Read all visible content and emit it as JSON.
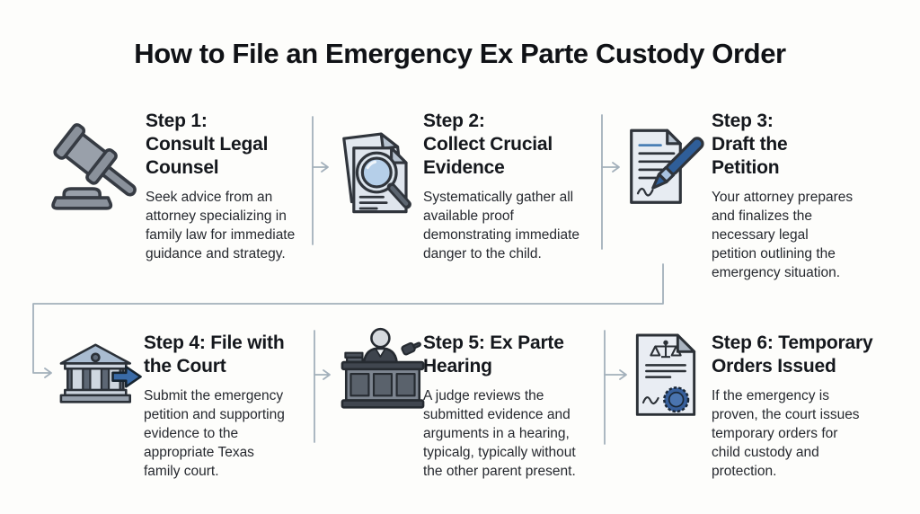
{
  "title": "How to File an Emergency Ex Parte Custody Order",
  "steps": [
    {
      "heading": "Step 1:\nConsult Legal\nCounsel",
      "description": "Seek advice from an\nattorney specializing in\nfamily law for immediate\nguidance and strategy.",
      "icon": "gavel-icon"
    },
    {
      "heading": "Step 2:\nCollect Crucial\nEvidence",
      "description": "Systematically gather all\navailable proof\ndemonstrating immediate\ndanger to the child.",
      "icon": "evidence-magnifier-icon"
    },
    {
      "heading": "Step 3:\nDraft the\nPetition",
      "description": "Your attorney prepares\nand finalizes the\nnecessary legal\npetition outlining the\nemergency situation.",
      "icon": "petition-pen-icon"
    },
    {
      "heading": "Step 4: File with\nthe Court",
      "description": "Submit the emergency\npetition and supporting\nevidence to the\nappropriate Texas\nfamily court.",
      "icon": "courthouse-arrow-icon"
    },
    {
      "heading": "Step 5: Ex Parte\nHearing",
      "description": "A judge reviews the\nsubmitted evidence and\narguments in a hearing,\ntypicalg, typically without\nthe other parent present.",
      "icon": "judge-bench-icon"
    },
    {
      "heading": "Step 6: Temporary\nOrders Issued",
      "description": "If the emergency is\nproven, the court issues\ntemporary orders for\nchild custody and\nprotection.",
      "icon": "court-order-seal-icon"
    }
  ],
  "colors": {
    "background": "#fdfdfb",
    "title": "#101216",
    "heading": "#15181d",
    "description": "#26292f",
    "connector": "#a3b0bb",
    "accent_blue": "#3a6ba7"
  }
}
